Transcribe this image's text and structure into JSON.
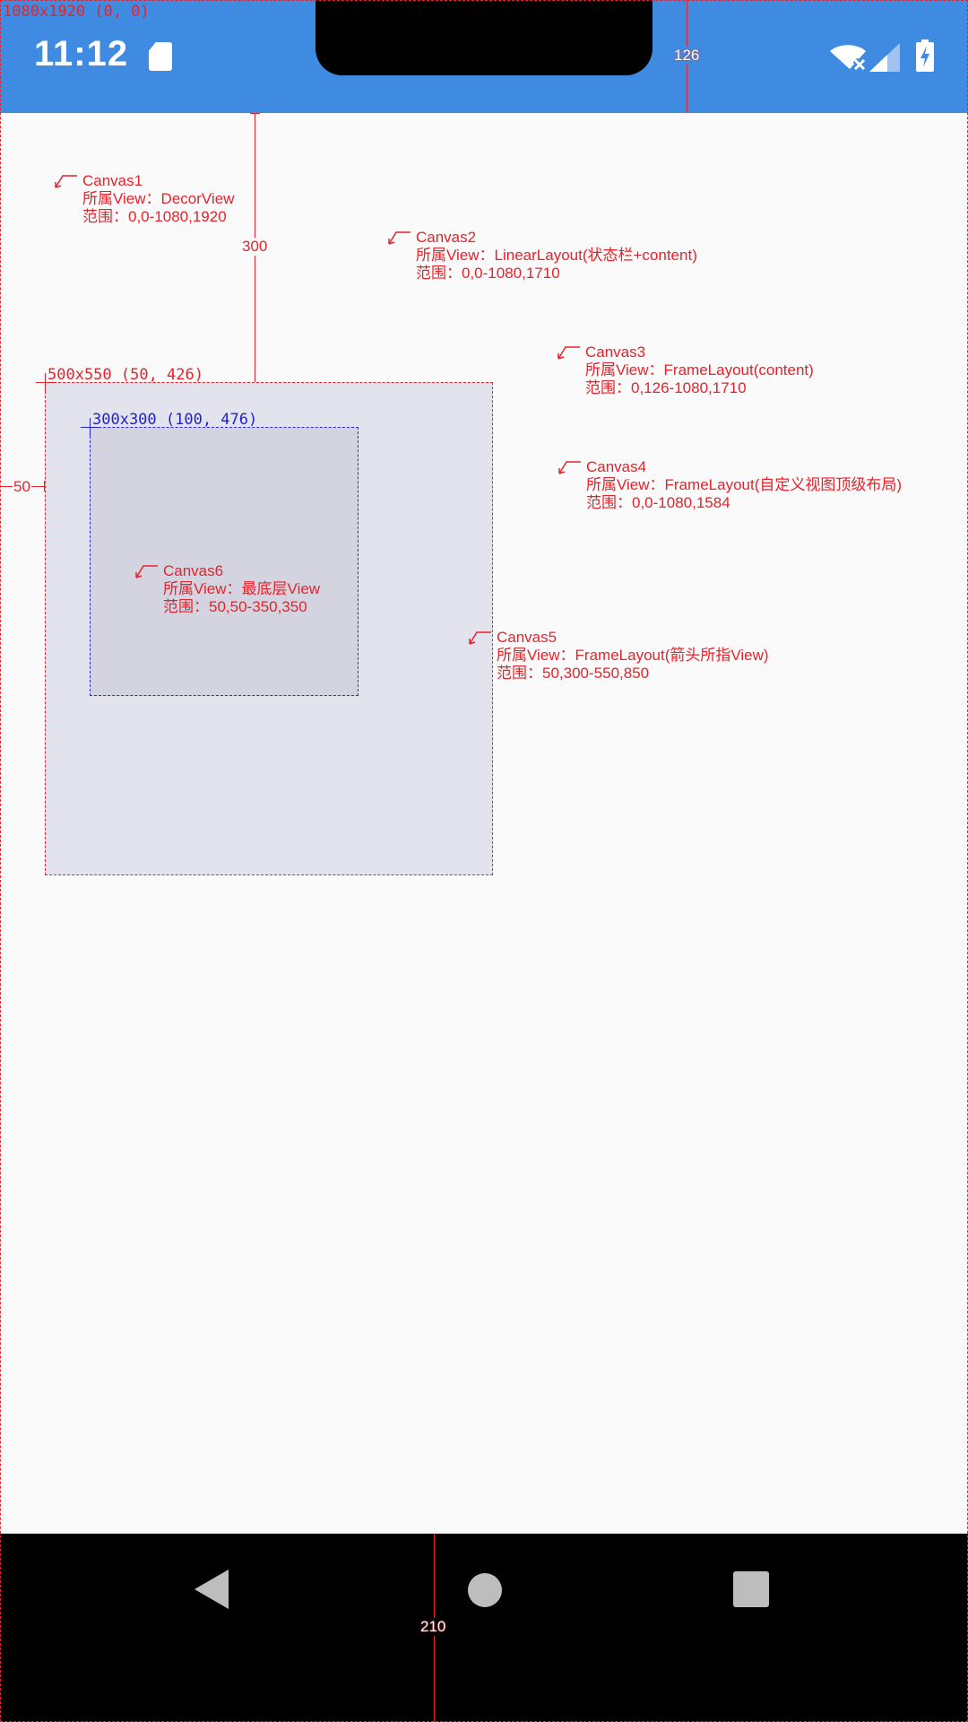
{
  "status_bar": {
    "time": "11:12",
    "icons": [
      "sd-card-icon",
      "wifi-off-icon",
      "signal-icon",
      "battery-charging-icon"
    ],
    "color": "#3F8BE1"
  },
  "nav_bar": {
    "buttons": [
      "back-icon",
      "home-icon",
      "recents-icon"
    ],
    "color": "#000000"
  },
  "dimensions": {
    "screen": "1080x1920 (0, 0)",
    "outer_box": "500x550 (50, 426)",
    "inner_box": "300x300 (100, 476)",
    "status_bar_height": "126",
    "top_margin": "300",
    "left_margin": "50",
    "nav_bar_height": "210"
  },
  "annotations": [
    {
      "title": "Canvas1",
      "view": "所属View：DecorView",
      "range": "范围：0,0-1080,1920"
    },
    {
      "title": "Canvas2",
      "view": "所属View：LinearLayout(状态栏+content)",
      "range": "范围：0,0-1080,1710"
    },
    {
      "title": "Canvas3",
      "view": "所属View：FrameLayout(content)",
      "range": "范围：0,126-1080,1710"
    },
    {
      "title": "Canvas4",
      "view": "所属View：FrameLayout(自定义视图顶级布局)",
      "range": "范围：0,0-1080,1584"
    },
    {
      "title": "Canvas5",
      "view": "所属View：FrameLayout(箭头所指View)",
      "range": "范围：50,300-550,850"
    },
    {
      "title": "Canvas6",
      "view": "所属View：最底层View",
      "range": "范围：50,50-350,350"
    }
  ],
  "colors": {
    "annotation": "#E8222A",
    "inner_annotation": "#2222CC",
    "outer_box_fill": "#E3E3EE",
    "inner_box_fill": "#D4D4E0",
    "background": "#FAFAFA"
  }
}
